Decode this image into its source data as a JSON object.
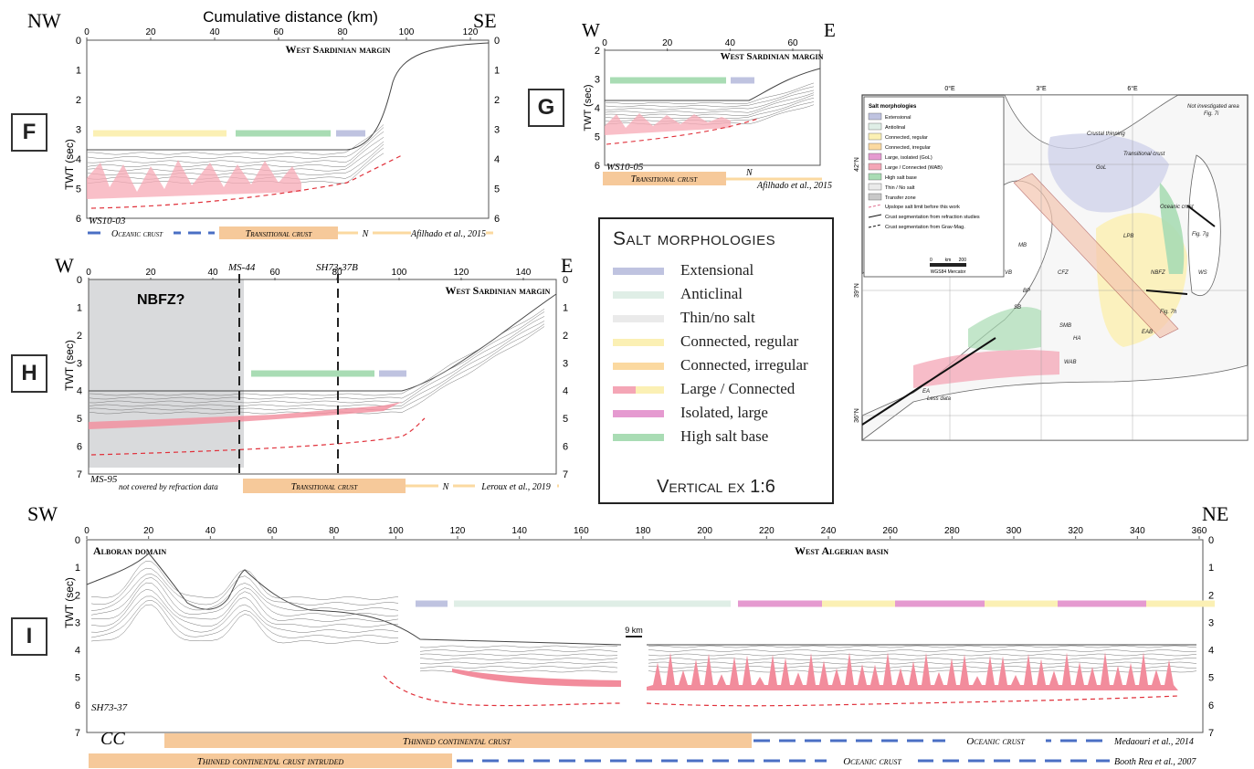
{
  "colors": {
    "extensional": "#bfc3e0",
    "anticlinal": "#dfeee6",
    "thin_no_salt": "#eaeaea",
    "connected_regular": "#fbf0b4",
    "connected_irregular": "#fbd9a0",
    "large_connected": "#f4a6b6",
    "isolated_large": "#e59ad0",
    "high_salt_base": "#a9dcb4",
    "salt_fill": "#f28c9c",
    "oceanic_dash": "#4a6fc4",
    "crust_bar": "#f6c99a"
  },
  "panels": {
    "F": {
      "letter": "F",
      "left_dir": "NW",
      "right_dir": "SE",
      "xlabel": "Cumulative distance (km)",
      "x_ticks": [
        "0",
        "20",
        "40",
        "60",
        "80",
        "100",
        "120"
      ],
      "y_ticks": [
        "0",
        "1",
        "2",
        "3",
        "4",
        "5",
        "6"
      ],
      "ylabel": "TWT (sec)",
      "title": "West Sardinian margin",
      "line": "WS10-03",
      "crust_oceanic": "Oceanic crust",
      "crust_transitional": "Transitional crust",
      "n_mark": "N",
      "ref": "Afilhado et al., 2015"
    },
    "G": {
      "letter": "G",
      "left_dir": "W",
      "right_dir": "E",
      "x_ticks": [
        "0",
        "20",
        "40",
        "60"
      ],
      "y_ticks": [
        "2",
        "3",
        "4",
        "5",
        "6"
      ],
      "ylabel": "TWT (sec)",
      "title": "West Sardinian margin",
      "line": "WS10-05",
      "crust_transitional": "Transitional crust",
      "n_mark": "N",
      "ref": "Afilhado et al., 2015"
    },
    "H": {
      "letter": "H",
      "left_dir": "W",
      "right_dir": "E",
      "x_ticks": [
        "0",
        "20",
        "40",
        "60",
        "80",
        "100",
        "120",
        "140"
      ],
      "y_ticks": [
        "0",
        "1",
        "2",
        "3",
        "4",
        "5",
        "6",
        "7"
      ],
      "ylabel": "TWT (sec)",
      "title": "West Sardinian margin",
      "zone_label": "NBFZ?",
      "marker1": "MS-44",
      "marker2": "SH73-37B",
      "line": "MS-95",
      "note": "not covered by refraction data",
      "crust_transitional": "Transitional crust",
      "n_mark": "N",
      "ref": "Leroux et al., 2019"
    },
    "I": {
      "letter": "I",
      "left_dir": "SW",
      "right_dir": "NE",
      "x_ticks": [
        "0",
        "20",
        "40",
        "60",
        "80",
        "100",
        "120",
        "140",
        "160",
        "180",
        "200",
        "220",
        "240",
        "260",
        "280",
        "300",
        "320",
        "340",
        "360"
      ],
      "y_ticks": [
        "0",
        "1",
        "2",
        "3",
        "4",
        "5",
        "6",
        "7"
      ],
      "ylabel": "TWT (sec)",
      "left_title": "Alboran domain",
      "right_title": "West Algerian basin",
      "gap_label": "9 km",
      "line": "SH73-37",
      "cc": "CC",
      "crust_thinned": "Thinned continental crust",
      "crust_oceanic_1": "Oceanic crust",
      "ref_1": "Medaouri et al., 2014",
      "crust_intruded": "Thinned continental crust intruded",
      "crust_oceanic_2": "Oceanic crust",
      "ref_2": "Booth Rea et al., 2007"
    }
  },
  "legend": {
    "title": "Salt morphologies",
    "items": [
      {
        "label": "Extensional"
      },
      {
        "label": "Anticlinal"
      },
      {
        "label": "Thin/no salt"
      },
      {
        "label": "Connected, regular"
      },
      {
        "label": "Connected, irregular"
      },
      {
        "label": "Large / Connected"
      },
      {
        "label": "Isolated, large"
      },
      {
        "label": "High salt base"
      }
    ],
    "vertical_ex": "Vertical ex 1:6"
  },
  "map": {
    "lon_ticks": [
      "0°E",
      "3°E",
      "6°E"
    ],
    "lat_ticks": [
      "42°N",
      "39°N",
      "36°N"
    ],
    "legend_title": "Salt morphologies",
    "legend_items": [
      "Extensional",
      "Antiolinal",
      "Connected, regular",
      "Connected, irregular",
      "Large, isolated (GoL)",
      "Large / Connected (WAB)",
      "High salt base",
      "Thin / No salt",
      "Transfer zone"
    ],
    "line_items": [
      "Upslope salt limit before this work",
      "Crust segmentation from refraction studies",
      "Crust segmentation from Grav-Mag."
    ],
    "scale": "km",
    "scale_0": "0",
    "scale_200": "200",
    "projection": "WGS84 Mercator",
    "labels": [
      "GoL",
      "LPB",
      "NBFZ",
      "EAB",
      "WAB",
      "MB",
      "VB",
      "SB",
      "BP",
      "SMB",
      "HA",
      "EA",
      "WS",
      "CFZ",
      "Fig. 7g",
      "Fig. 7h",
      "Fig. 7i",
      "Not investigated area",
      "Transitional crust",
      "Oceanic crust",
      "Crustal thinning",
      "Less data"
    ]
  }
}
